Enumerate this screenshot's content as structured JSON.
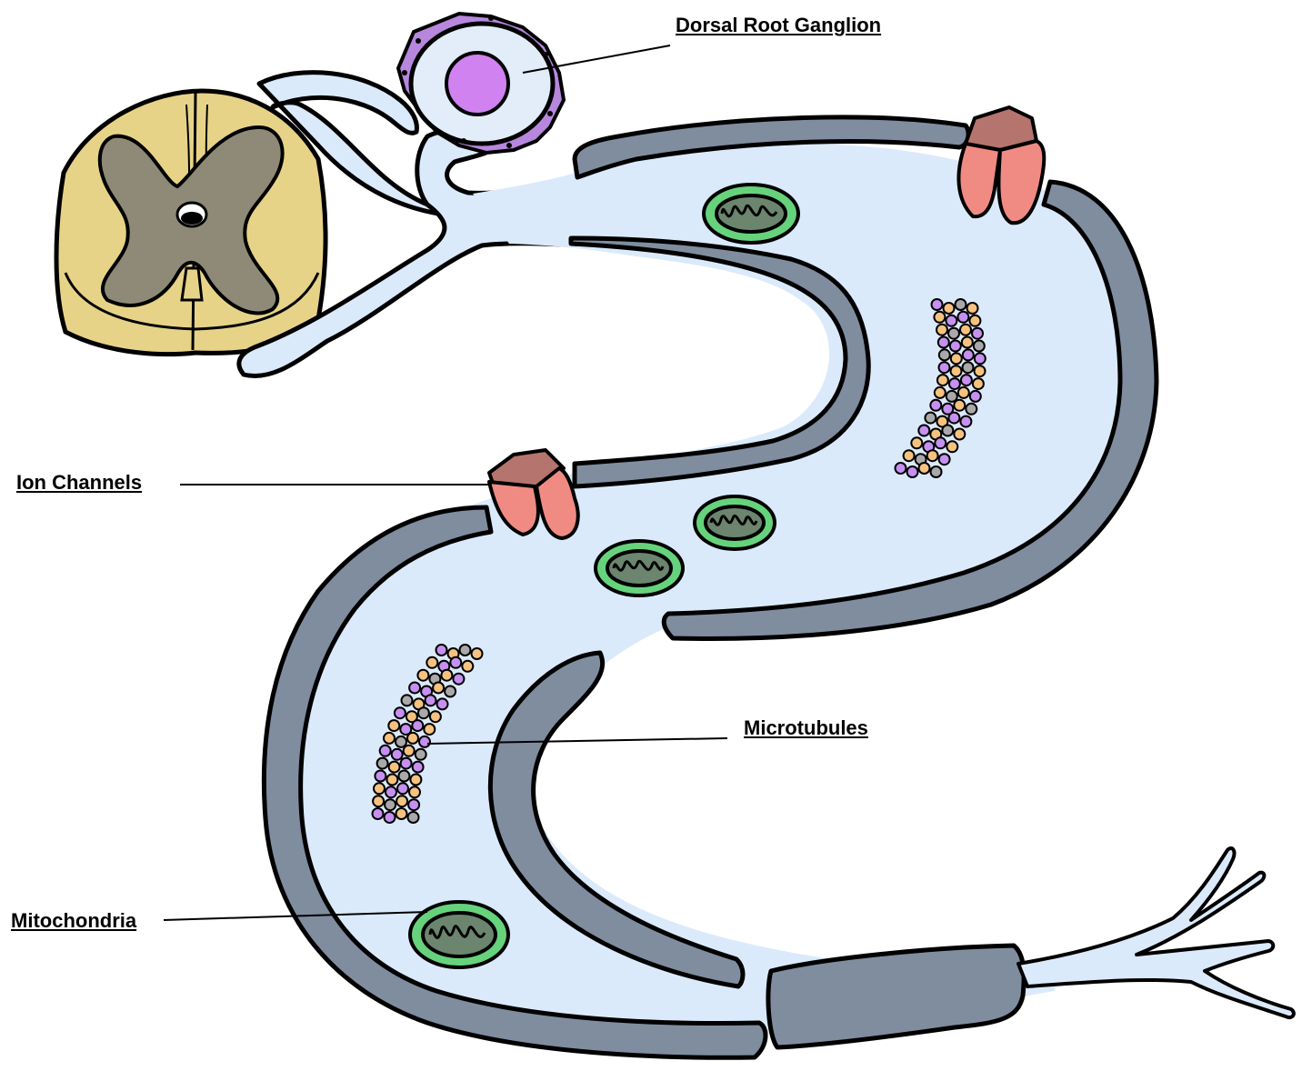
{
  "labels": {
    "drg": "Dorsal Root Ganglion",
    "ion": "Ion Channels",
    "micro": "Microtubules",
    "mito": "Mitochondria"
  },
  "colors": {
    "axoplasm": "#dbeafb",
    "myelin": "#7f8d9f",
    "spinal_white": "#e7d388",
    "spinal_gray": "#8f8a78",
    "soma": "#e3edf9",
    "nucleus": "#d083f0",
    "satellite": "#b787dd",
    "ion_front": "#f08b84",
    "ion_back": "#b6746f",
    "mito_outer": "#66d37c",
    "mito_inner": "#6c856e",
    "tubule_purple": "#c690f0",
    "tubule_orange": "#f6c27f",
    "tubule_gray": "#a9a9a9"
  },
  "icons": [
    "spinal-cord-icon",
    "ganglion-cell-icon",
    "ion-channel-icon",
    "mitochondrion-icon",
    "microtubule-bundle-icon",
    "axon-terminal-icon"
  ]
}
